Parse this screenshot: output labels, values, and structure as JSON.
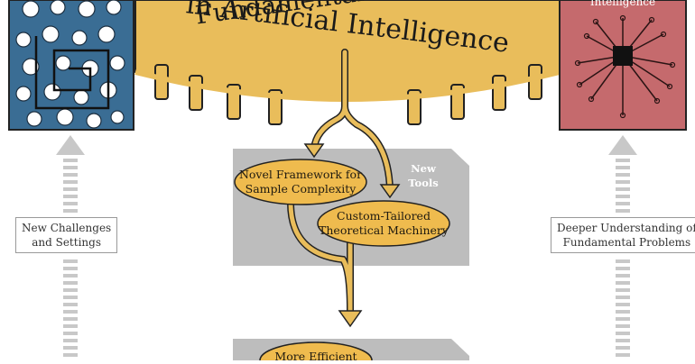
{
  "banner": {
    "title_line1": "Fundamental Analysis of",
    "title_line2": "in Artificial Intelligence"
  },
  "side_left_box": {
    "line1": "New Challenges",
    "line2": "and Settings"
  },
  "side_right_box": {
    "line1": "Deeper Understanding of",
    "line2": "Fundamental Problems"
  },
  "tools_panel": {
    "tag_line1": "New",
    "tag_line2": "Tools"
  },
  "pills": {
    "framework": {
      "line1": "Novel Framework for",
      "line2": "Sample Complexity"
    },
    "machinery": {
      "line1": "Custom-Tailored",
      "line2": "Theoretical Machinery"
    },
    "bottom": {
      "line1": "More Efficient"
    }
  },
  "right_panel_caption": "Intelligence",
  "colors": {
    "banner": "#e9bd5b",
    "pill": "#efbb4e",
    "panel": "#bdbdbd",
    "left_tile": "#3a6d94",
    "right_tile": "#c56a6d",
    "arrow_gray": "#c8c8c8"
  }
}
